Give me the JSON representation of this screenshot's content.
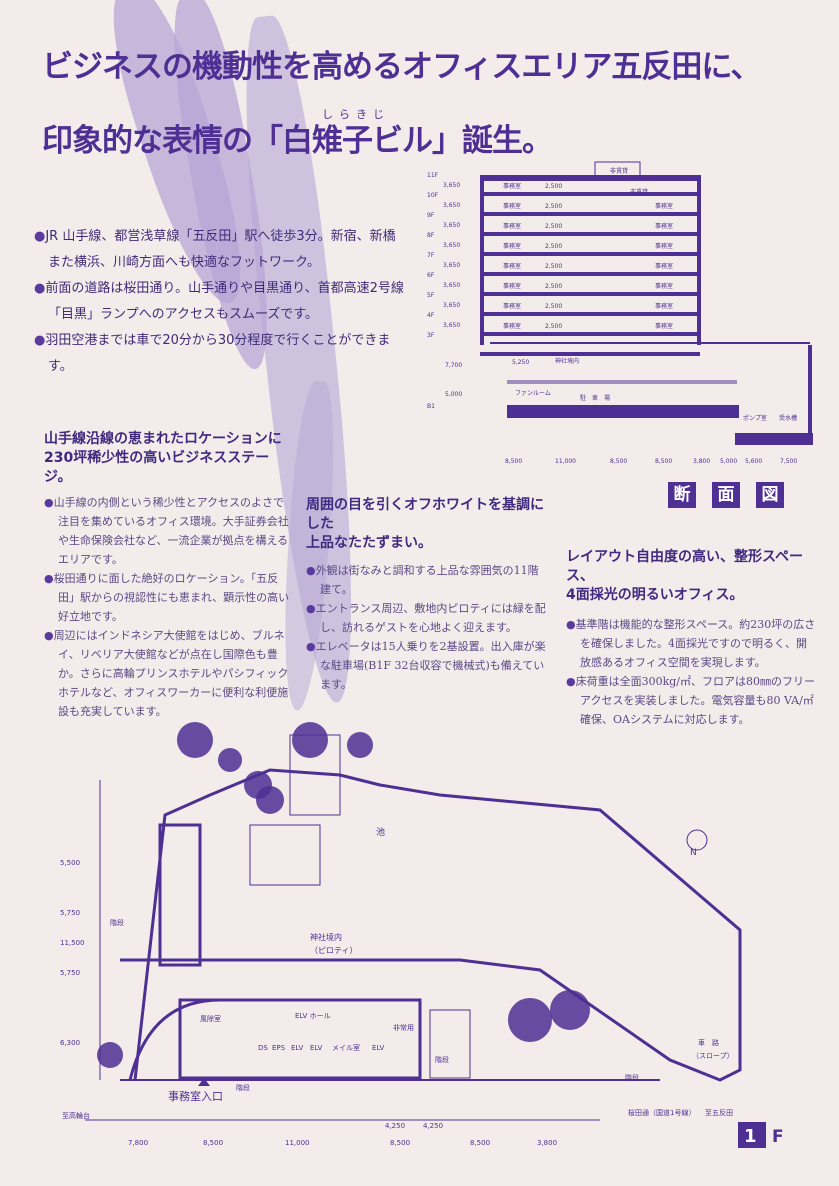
{
  "headline": {
    "line1": "ビジネスの機動性を高めるオフィスエリア五反田に、",
    "line2": "印象的な表情の「白雉子ビル」誕生。",
    "ruby": "しらきじ"
  },
  "access_bullets": [
    "JR 山手線、都営浅草線「五反田」駅へ徒歩3分。新宿、新橋また横浜、川崎方面へも快適なフットワーク。",
    "前面の道路は桜田通り。山手通りや目黒通り、首都高速2号線「目黒」ランプへのアクセスもスムーズです。",
    "羽田空港までは車で20分から30分程度で行くことができます。"
  ],
  "location": {
    "title_1": "山手線沿線の恵まれたロケーションに",
    "title_2": "230坪稀少性の高いビジネスステージ。",
    "bullets": [
      "山手線の内側という稀少性とアクセスのよさで注目を集めているオフィス環境。大手証券会社や生命保険会社など、一流企業が拠点を構えるエリアです。",
      "桜田通りに面した絶好のロケーション。「五反田」駅からの視認性にも恵まれ、顕示性の高い好立地です。",
      "周辺にはインドネシア大使館をはじめ、ブルネイ、リベリア大使館などが点在し国際色も豊か。さらに高輪プリンスホテルやパシフィックホテルなど、オフィスワーカーに便利な利便施設も充実しています。"
    ]
  },
  "exterior": {
    "title_1": "周囲の目を引くオフホワイトを基調にした",
    "title_2": "上品なたたずまい。",
    "bullets": [
      "外観は街なみと調和する上品な雰囲気の11階建て。",
      "エントランス周辺、敷地内ピロティには緑を配し、訪れるゲストを心地よく迎えます。",
      "エレベータは15人乗りを2基設置。出入庫が楽な駐車場(B1F 32台収容で機械式)も備えています。"
    ]
  },
  "layout": {
    "title_1": "レイアウト自由度の高い、整形スペース、",
    "title_2": "4面採光の明るいオフィス。",
    "bullets": [
      "基準階は機能的な整形スペース。約230坪の広さを確保しました。4面採光ですので明るく、開放感あるオフィス空間を実現します。",
      "床荷重は全面300kg/㎡、フロアは80㎜のフリーアクセスを実装しました。電気容量も80 VA/㎡確保、OAシステムに対応します。"
    ]
  },
  "section": {
    "title_chars": [
      "断",
      "面",
      "図"
    ],
    "floors": [
      "11F",
      "10F",
      "9F",
      "8F",
      "7F",
      "6F",
      "5F",
      "4F",
      "3F",
      "B1"
    ],
    "floor_height": "3,650",
    "office": "事務室",
    "ceiling": "2,500",
    "non_leased": "非賃貸",
    "shrine": "神社境内",
    "h_5250": "5,250",
    "h_7700": "7,700",
    "h_5000": "5,000",
    "fan_room": "ファンルーム",
    "parking": "駐　車　場",
    "pump_room": "ポンプ室",
    "water_tank": "受水槽",
    "spans": [
      "8,500",
      "11,000",
      "8,500",
      "8,500",
      "3,800",
      "5,000",
      "5,600",
      "7,500"
    ]
  },
  "plan": {
    "floor_label_num": "1",
    "floor_label_f": "F",
    "left_dims": [
      "5,500",
      "5,750",
      "11,500",
      "5,750",
      "6,300"
    ],
    "stairs": "階段",
    "shrine": "神社境内",
    "piloti": "（ピロティ）",
    "pond": "池",
    "windbreak": "風除室",
    "elv_hall": "ELV ホール",
    "ds": "DS",
    "eps": "EPS",
    "elv": "ELV",
    "mail_room": "メイル室",
    "emergency": "非常用",
    "driveway": "車　路",
    "slope": "（スロープ）",
    "office_entrance": "事務室入口",
    "to_takanawadai": "至高輪台",
    "road": "桜田通（国道1号線）",
    "to_gotanda": "至五反田",
    "bottom_dims": [
      "7,800",
      "8,500",
      "11,000",
      "8,500",
      "8,500",
      "3,800"
    ],
    "sub_dims": [
      "4,250",
      "4,250"
    ],
    "north": "N"
  },
  "colors": {
    "accent": "#4e2f93",
    "paper": "#f3ecea",
    "brush": "#b7a6d6"
  }
}
